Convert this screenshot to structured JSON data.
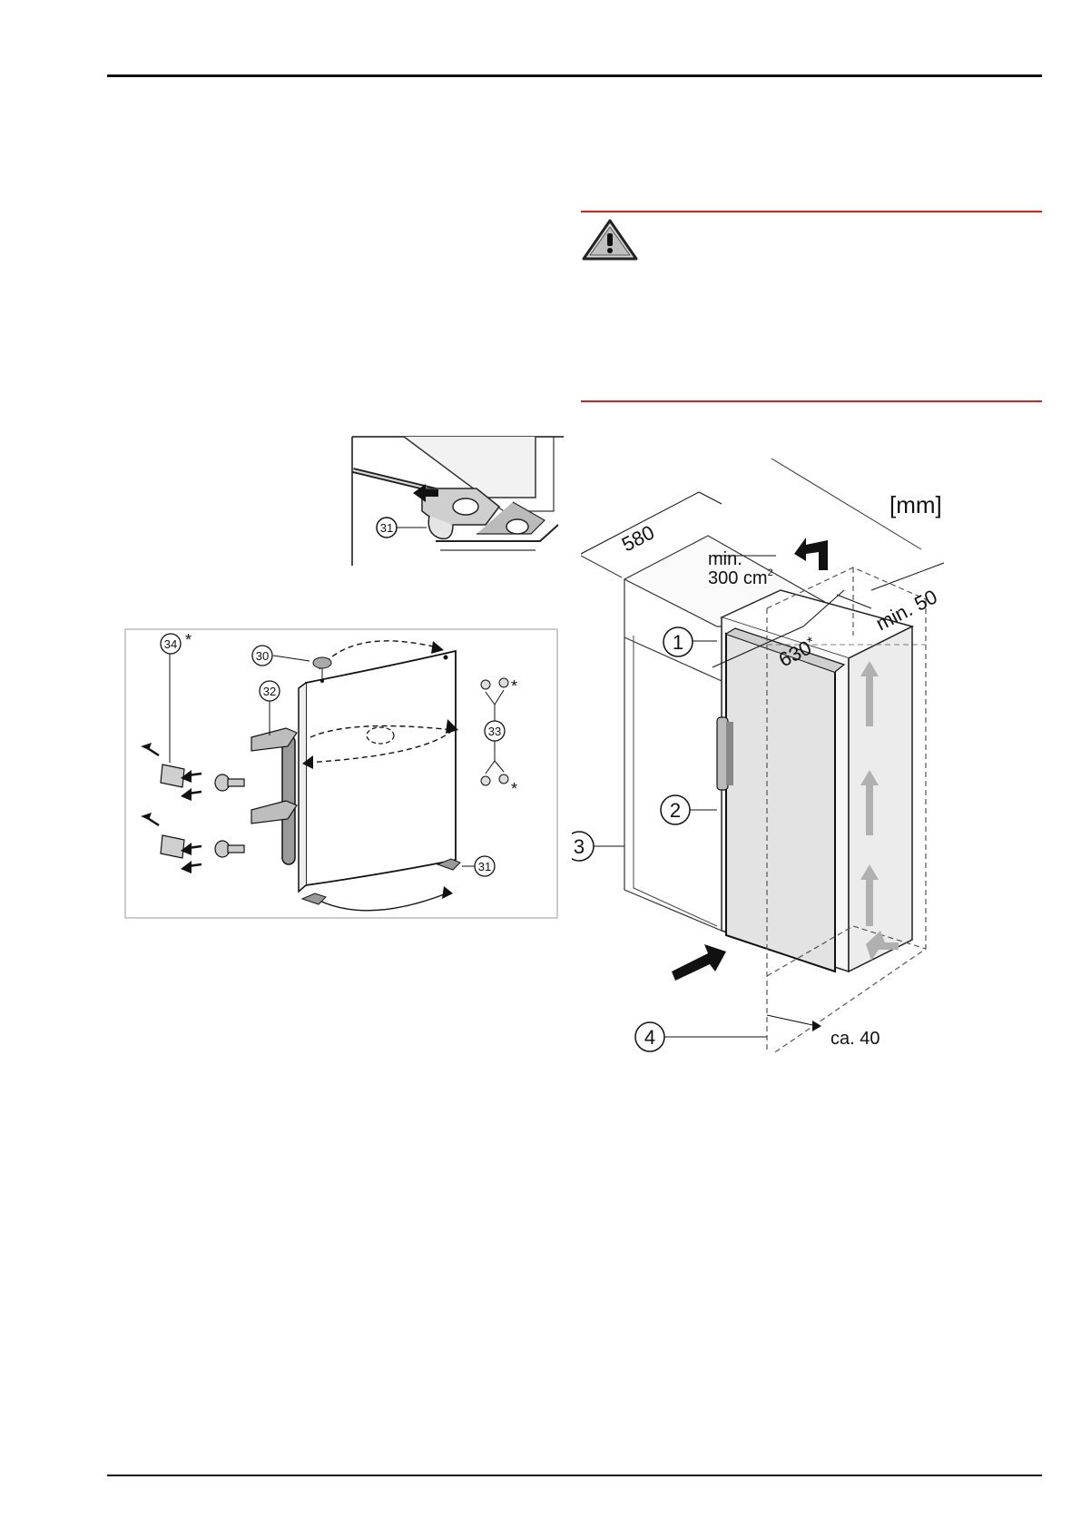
{
  "hinge_detail": {
    "callout_31": "31"
  },
  "door_reversal": {
    "callout_34": "34",
    "callout_30": "30",
    "callout_32": "32",
    "callout_33": "33",
    "callout_31": "31",
    "asterisk": "*"
  },
  "installation": {
    "unit_label": "[mm]",
    "depth_580": "580",
    "vent_min": "min.",
    "vent_area": "300 cm",
    "vent_area_sup": "2",
    "gap_min_50": "min. 50",
    "depth_630": "630",
    "depth_630_mark": "*",
    "gap_ca_40": "ca. 40",
    "callout_1": "1",
    "callout_2": "2",
    "callout_3": "3",
    "callout_4": "4"
  },
  "colors": {
    "warning_rule": "#d42020",
    "line": "#111111",
    "gray_fill": "#e6e6e6"
  },
  "icons": [
    "warning-triangle-icon"
  ]
}
